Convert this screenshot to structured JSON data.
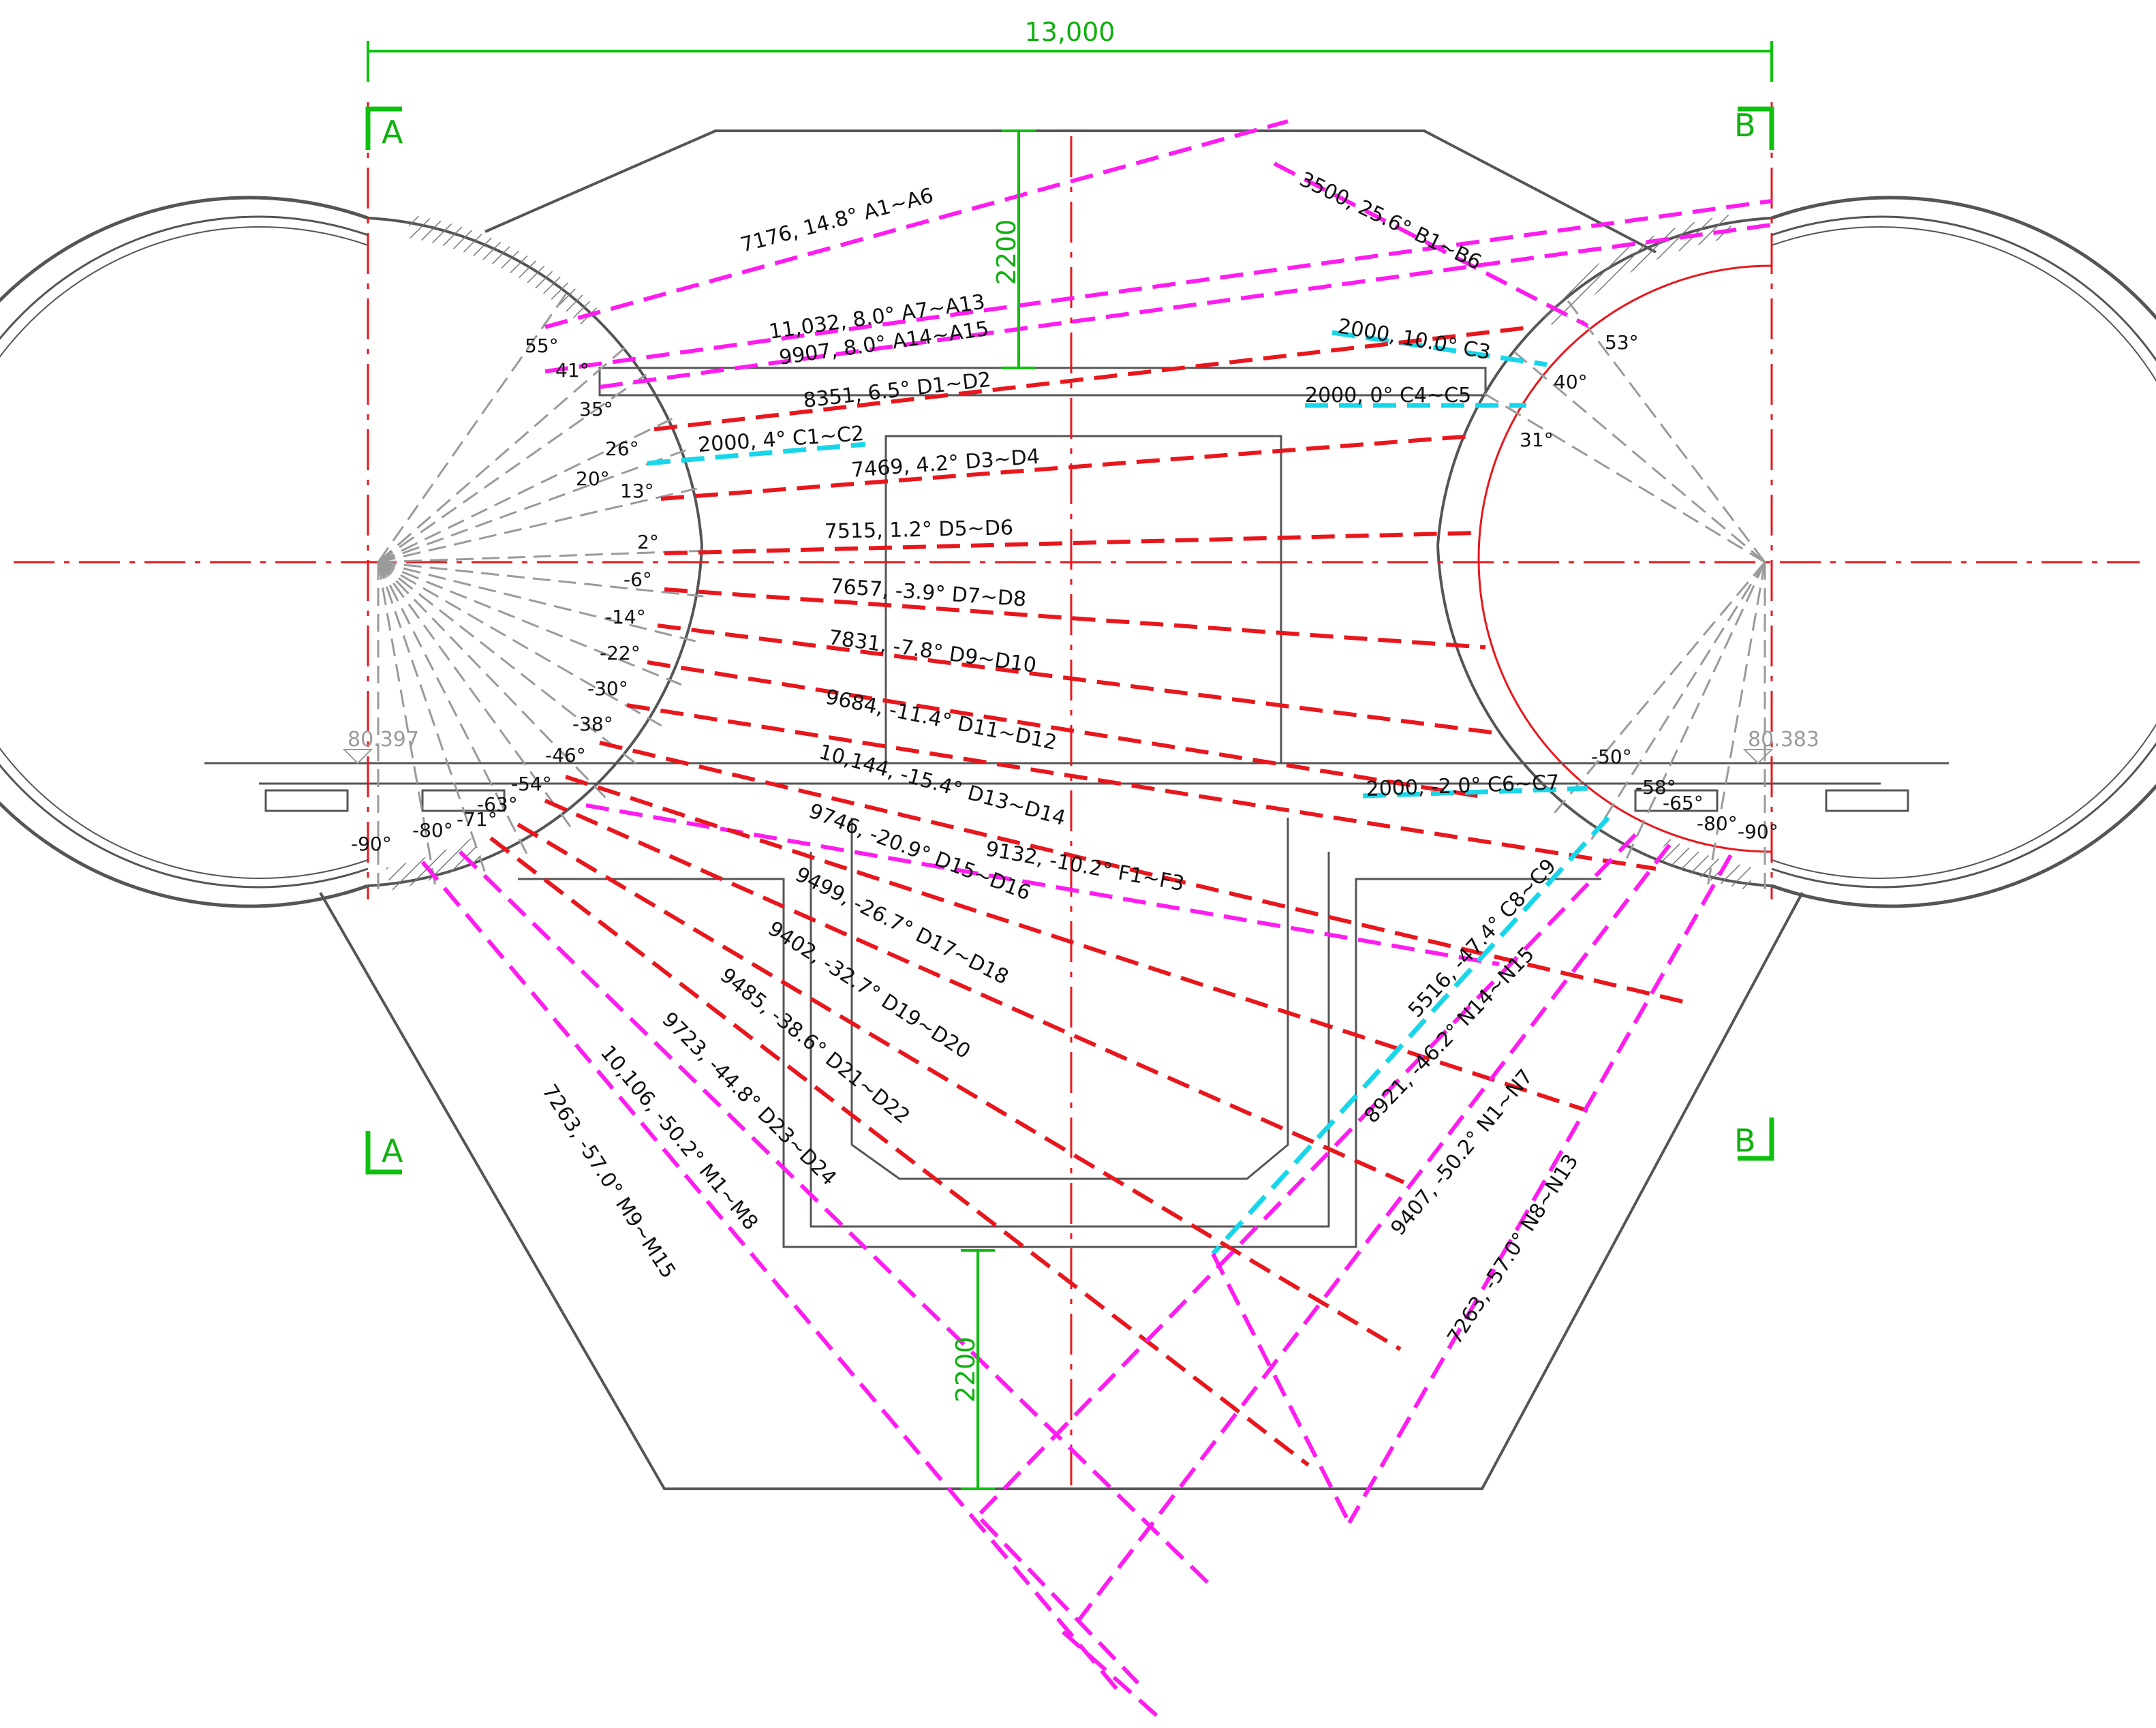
{
  "colors": {
    "red": "#e8171d",
    "magenta": "#ff1cf0",
    "cyan": "#18d6ea",
    "green": "#10c010",
    "structure": "#555555",
    "guide": "#9a9a9a"
  },
  "dimensions": {
    "width": "13,000",
    "top_height": "2200",
    "bottom_height": "2200"
  },
  "sections": {
    "a_top": "A",
    "b_top": "B",
    "a_bottom": "A",
    "b_bottom": "B"
  },
  "elevations": {
    "left": "80.397",
    "right": "80.383"
  },
  "left_angles": [
    "55°",
    "41°",
    "35°",
    "26°",
    "20°",
    "13°",
    "2°",
    "-6°",
    "-14°",
    "-22°",
    "-30°",
    "-38°",
    "-46°",
    "-54°",
    "-63°",
    "-71°",
    "-80°",
    "-90°"
  ],
  "right_angles": [
    "53°",
    "40°",
    "31°",
    "-50°",
    "-58°",
    "-65°",
    "-80°",
    "-90°"
  ],
  "anchors": [
    {
      "id": "A1~A6",
      "label": "7176, 14.8° A1~A6",
      "color": "magenta"
    },
    {
      "id": "B1~B6",
      "label": "3500, 25.6° B1~B6",
      "color": "magenta"
    },
    {
      "id": "A7~A13",
      "label": "11,032, 8.0° A7~A13",
      "color": "magenta"
    },
    {
      "id": "A14~A15",
      "label": "9907, 8.0° A14~A15",
      "color": "magenta"
    },
    {
      "id": "C3",
      "label": "2000, 10.0° C3",
      "color": "cyan"
    },
    {
      "id": "C4~C5",
      "label": "2000, 0° C4~C5",
      "color": "cyan"
    },
    {
      "id": "D1~D2",
      "label": "8351, 6.5° D1~D2",
      "color": "red"
    },
    {
      "id": "C1~C2",
      "label": "2000, 4° C1~C2",
      "color": "cyan"
    },
    {
      "id": "D3~D4",
      "label": "7469, 4.2° D3~D4",
      "color": "red"
    },
    {
      "id": "D5~D6",
      "label": "7515, 1.2° D5~D6",
      "color": "red"
    },
    {
      "id": "D7~D8",
      "label": "7657, -3.9° D7~D8",
      "color": "red"
    },
    {
      "id": "D9~D10",
      "label": "7831, -7.8° D9~D10",
      "color": "red"
    },
    {
      "id": "D11~D12",
      "label": "9684, -11.4° D11~D12",
      "color": "red"
    },
    {
      "id": "D13~D14",
      "label": "10,144, -15.4° D13~D14",
      "color": "red"
    },
    {
      "id": "C6~C7",
      "label": "2000, -2.0° C6~C7",
      "color": "cyan"
    },
    {
      "id": "D15~D16",
      "label": "9746, -20.9° D15~D16",
      "color": "red"
    },
    {
      "id": "F1~F3",
      "label": "9132, -10.2° F1~F3",
      "color": "magenta"
    },
    {
      "id": "D17~D18",
      "label": "9499, -26.7° D17~D18",
      "color": "red"
    },
    {
      "id": "D19~D20",
      "label": "9402, -32.7° D19~D20",
      "color": "red"
    },
    {
      "id": "D21~D22",
      "label": "9485, -38.6° D21~D22",
      "color": "red"
    },
    {
      "id": "D23~D24",
      "label": "9723, -44.8° D23~D24",
      "color": "red"
    },
    {
      "id": "M1~M8",
      "label": "10,106, -50.2° M1~M8",
      "color": "magenta"
    },
    {
      "id": "M9~M15",
      "label": "7263, -57.0° M9~M15",
      "color": "magenta"
    },
    {
      "id": "C8~C9",
      "label": "5516, -47.4° C8~C9",
      "color": "cyan"
    },
    {
      "id": "N14~N15",
      "label": "8921, -46.2° N14~N15",
      "color": "magenta"
    },
    {
      "id": "N1~N7",
      "label": "9407, -50.2° N1~N7",
      "color": "magenta"
    },
    {
      "id": "N8~N13",
      "label": "7263, -57.0° N8~N13",
      "color": "magenta"
    }
  ]
}
